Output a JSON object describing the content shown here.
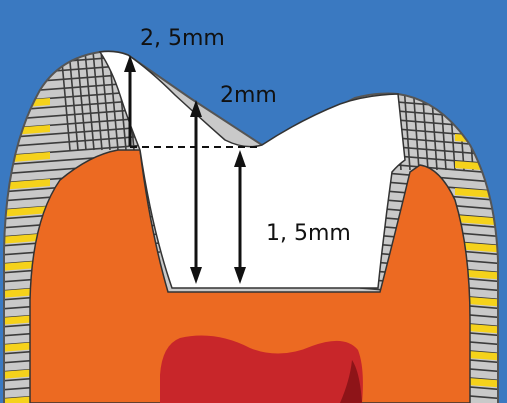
{
  "colors": {
    "background": "#3a79c1",
    "dentin": "#ec6a22",
    "pulp": "#c8262a",
    "pulp_dark": "#8e1418",
    "enamel_gray": "#c9c9c9",
    "enamel_yellow": "#f5d21b",
    "enamel_stripe": "#3c3c3c",
    "cavity": "#ffffff",
    "outline": "#222222"
  },
  "labels": {
    "top": "2, 5mm",
    "middle": "2mm",
    "bottom": "1, 5mm"
  }
}
